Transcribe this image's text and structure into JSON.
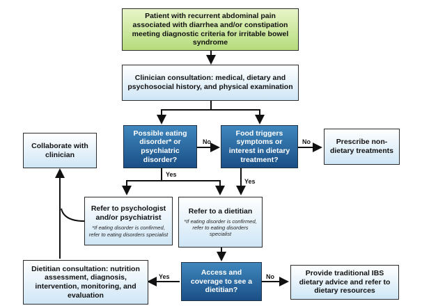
{
  "nodes": {
    "start": "Patient with recurrent abdominal pain associated with diarrhea and/or constipation meeting diagnostic criteria for irritable bowel syndrome",
    "consultation": "Clinician consultation: medical, dietary and psychosocial history, and physical examination",
    "eating_disorder_question": "Possible eating disorder* or psychiatric disorder?",
    "food_triggers_question": "Food triggers symptoms or interest in dietary treatment?",
    "prescribe": "Prescribe non-dietary treatments",
    "collaborate": "Collaborate with clinician",
    "refer_psych": "Refer to psychologist and/or psychiatrist",
    "refer_psych_note": "*If eating disorder is confirmed, refer to eating disorders specialist",
    "refer_dietitian": "Refer to a dietitian",
    "refer_dietitian_note": "*If eating disorder is confirmed, refer to eating disorders specialist",
    "access_question": "Access and coverage to see a dietitian?",
    "dietitian_consult": "Dietitian consultation: nutrition assessment, diagnosis, intervention, monitoring, and evaluation",
    "traditional": "Provide traditional IBS dietary advice and refer to dietary resources"
  },
  "edge_labels": {
    "no_1": "No",
    "no_2": "No",
    "yes_1": "Yes",
    "yes_2": "Yes",
    "yes_3": "Yes",
    "no_3": "No"
  },
  "colors": {
    "start_fill": "#b6dc7c",
    "light_fill": "#cfe6f6",
    "decision_fill": "#1a4f86",
    "arrow": "#111111"
  }
}
